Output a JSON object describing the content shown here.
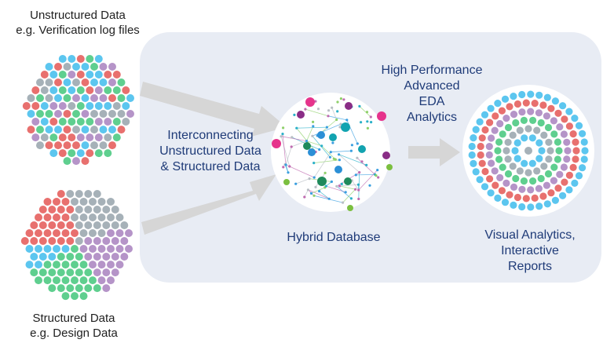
{
  "unstructured": {
    "line1": "Unstructured Data",
    "line2": "e.g. Verification log files"
  },
  "structured": {
    "line1": "Structured Data",
    "line2": "e.g. Design Data"
  },
  "connecting": {
    "line1": "Interconnecting",
    "line2": "Unstructured Data",
    "line3": "& Structured Data"
  },
  "analytics": {
    "line1": "High Performance",
    "line2": "Advanced",
    "line3": "EDA",
    "line4": "Analytics"
  },
  "hybrid_db": {
    "label": "Hybrid Database"
  },
  "visual": {
    "line1": "Visual Analytics,",
    "line2": "Interactive",
    "line3": "Reports"
  },
  "colors": {
    "red": "#e8706e",
    "green": "#5fcf8f",
    "blue": "#5cc6ef",
    "purple": "#b594c8",
    "gray": "#a6b1b8",
    "panel": "#e8ecf4",
    "arrow": "#d6d6d6",
    "label_blue": "#1f3b78",
    "node_pink": "#e6338c",
    "node_purple": "#8a2d86",
    "node_teal": "#12a3b0",
    "node_blue": "#2b8fd6",
    "node_green": "#1f8a5b",
    "node_lime": "#7bbf3f"
  }
}
